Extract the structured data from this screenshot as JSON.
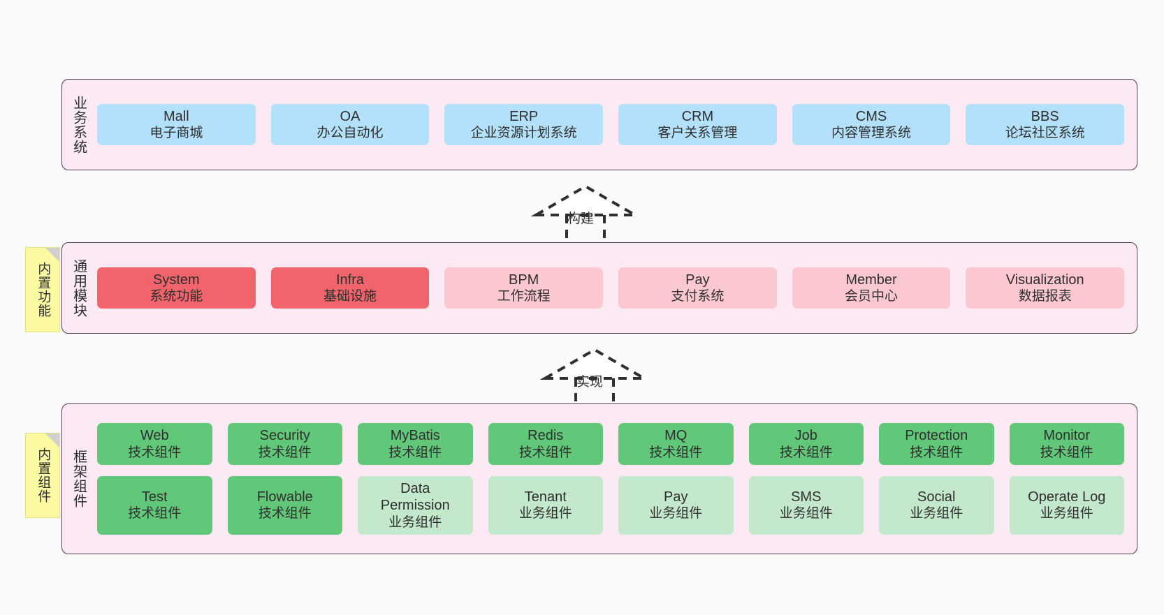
{
  "diagram": {
    "title": "ruoyi-vue-pro architecture layers",
    "background": "#fafafa",
    "band_fill": "#fbeaf4",
    "band_border": "#4b3b4a"
  },
  "layers": [
    {
      "id": "business",
      "caption": "业务系统",
      "tag": null,
      "rows": [
        {
          "cards": [
            {
              "title": "Mall",
              "subtitle": "电子商城",
              "color": "#b3e0fb",
              "style": "c-blue"
            },
            {
              "title": "OA",
              "subtitle": "办公自动化",
              "color": "#b3e0fb",
              "style": "c-blue"
            },
            {
              "title": "ERP",
              "subtitle": "企业资源计划系统",
              "color": "#b3e0fb",
              "style": "c-blue"
            },
            {
              "title": "CRM",
              "subtitle": "客户关系管理",
              "color": "#b3e0fb",
              "style": "c-blue"
            },
            {
              "title": "CMS",
              "subtitle": "内容管理系统",
              "color": "#b3e0fb",
              "style": "c-blue"
            },
            {
              "title": "BBS",
              "subtitle": "论坛社区系统",
              "color": "#b3e0fb",
              "style": "c-blue"
            }
          ]
        }
      ]
    },
    {
      "id": "common-module",
      "caption": "通用模块",
      "tag": "内置功能",
      "rows": [
        {
          "cards": [
            {
              "title": "System",
              "subtitle": "系统功能",
              "color": "#f1646c",
              "style": "c-red"
            },
            {
              "title": "Infra",
              "subtitle": "基础设施",
              "color": "#f1646c",
              "style": "c-red"
            },
            {
              "title": "BPM",
              "subtitle": "工作流程",
              "color": "#fbc8d0",
              "style": "c-pink"
            },
            {
              "title": "Pay",
              "subtitle": "支付系统",
              "color": "#fbc8d0",
              "style": "c-pink"
            },
            {
              "title": "Member",
              "subtitle": "会员中心",
              "color": "#fbc8d0",
              "style": "c-pink"
            },
            {
              "title": "Visualization",
              "subtitle": "数据报表",
              "color": "#fbc8d0",
              "style": "c-pink"
            }
          ]
        }
      ]
    },
    {
      "id": "framework",
      "caption": "框架组件",
      "tag": "内置组件",
      "rows": [
        {
          "cards": [
            {
              "title": "Web",
              "subtitle": "技术组件",
              "color": "#60c878",
              "style": "c-green"
            },
            {
              "title": "Security",
              "subtitle": "技术组件",
              "color": "#60c878",
              "style": "c-green"
            },
            {
              "title": "MyBatis",
              "subtitle": "技术组件",
              "color": "#60c878",
              "style": "c-green"
            },
            {
              "title": "Redis",
              "subtitle": "技术组件",
              "color": "#60c878",
              "style": "c-green"
            },
            {
              "title": "MQ",
              "subtitle": "技术组件",
              "color": "#60c878",
              "style": "c-green"
            },
            {
              "title": "Job",
              "subtitle": "技术组件",
              "color": "#60c878",
              "style": "c-green"
            },
            {
              "title": "Protection",
              "subtitle": "技术组件",
              "color": "#60c878",
              "style": "c-green"
            },
            {
              "title": "Monitor",
              "subtitle": "技术组件",
              "color": "#60c878",
              "style": "c-green"
            }
          ]
        },
        {
          "cards": [
            {
              "title": "Test",
              "subtitle": "技术组件",
              "color": "#60c878",
              "style": "c-green"
            },
            {
              "title": "Flowable",
              "subtitle": "技术组件",
              "color": "#60c878",
              "style": "c-green"
            },
            {
              "title": "Data Permission",
              "subtitle": "业务组件",
              "color": "#c3e8cb",
              "style": "c-lightgreen"
            },
            {
              "title": "Tenant",
              "subtitle": "业务组件",
              "color": "#c3e8cb",
              "style": "c-lightgreen"
            },
            {
              "title": "Pay",
              "subtitle": "业务组件",
              "color": "#c3e8cb",
              "style": "c-lightgreen"
            },
            {
              "title": "SMS",
              "subtitle": "业务组件",
              "color": "#c3e8cb",
              "style": "c-lightgreen"
            },
            {
              "title": "Social",
              "subtitle": "业务组件",
              "color": "#c3e8cb",
              "style": "c-lightgreen"
            },
            {
              "title": "Operate Log",
              "subtitle": "业务组件",
              "color": "#c3e8cb",
              "style": "c-lightgreen"
            }
          ]
        }
      ]
    }
  ],
  "connectors": [
    {
      "id": "build",
      "label": "构建",
      "from": "common-module",
      "to": "business",
      "style": "dashed-hollow-triangle"
    },
    {
      "id": "implement",
      "label": "实现",
      "from": "framework",
      "to": "common-module",
      "style": "dashed-hollow-triangle"
    }
  ]
}
